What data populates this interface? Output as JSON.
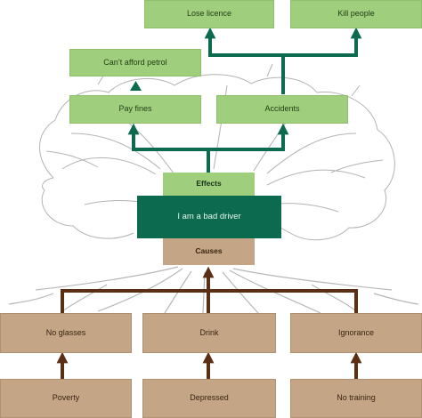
{
  "diagram": {
    "effects": {
      "label": "Effects",
      "top_level": [
        "Lose licence",
        "Kill people"
      ],
      "second_level": [
        "Pay fines",
        "Accidents"
      ],
      "side_note": "Can’t afford petrol"
    },
    "core": {
      "label": "I am a bad driver"
    },
    "causes": {
      "label": "Causes",
      "first_level": [
        "No glasses",
        "Drink",
        "Ignorance"
      ],
      "root_level": [
        "Poverty",
        "Depressed",
        "No training"
      ]
    },
    "colors": {
      "effect_box": "#9fcf7c",
      "effect_arrow": "#0c6b4f",
      "core_box": "#0c6b4f",
      "cause_box": "#c4a586",
      "cause_arrow": "#5c2e13",
      "tree_sketch": "#9a9a9a"
    }
  }
}
